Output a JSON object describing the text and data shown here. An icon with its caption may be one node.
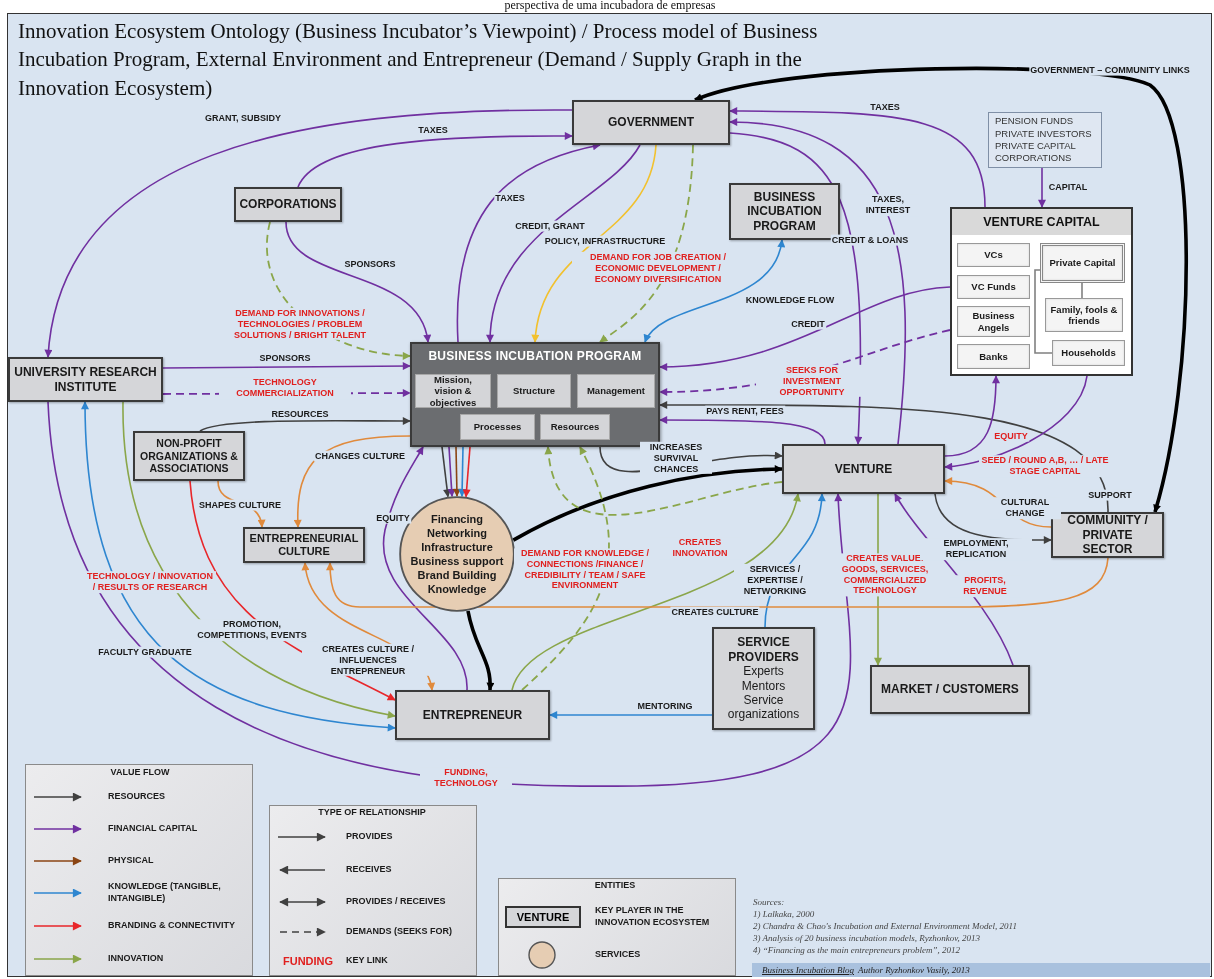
{
  "diagram": {
    "title": "Innovation Ecosystem Ontology (Business Incubator’s Viewpoint) / Process model of Business Incubation Program, External Environment and Entrepreneur (Demand / Supply Graph in the Innovation Ecosystem)",
    "nodes": [
      {
        "text": [
          "GOVERNMENT"
        ]
      },
      {
        "text": [
          "CORPORATIONS"
        ]
      },
      {
        "text": [
          "BUSINESS INCUBATION PROGRAM"
        ]
      },
      {
        "text": [
          "PENSION FUNDS",
          "PRIVATE INVESTORS",
          "PRIVATE CAPITAL",
          "CORPORATIONS"
        ]
      },
      {
        "text": [
          "VENTURE CAPITAL"
        ]
      },
      {
        "text": [
          "VCs"
        ],
        "in": 4
      },
      {
        "text": [
          "VC Funds"
        ],
        "in": 4
      },
      {
        "text": [
          "Business Angels"
        ],
        "in": 4
      },
      {
        "text": [
          "Banks"
        ],
        "in": 4
      },
      {
        "text": [
          "Private Capital"
        ],
        "in": 4
      },
      {
        "text": [
          "Family, fools & friends"
        ],
        "in": 4
      },
      {
        "text": [
          "Households"
        ],
        "in": 4
      },
      {
        "text": [
          "UNIVERSITY RESEARCH INSTITUTE"
        ]
      },
      {
        "text": [
          "BUSINESS INCUBATION PROGRAM"
        ]
      },
      {
        "text": [
          "Mission, vision & objectives"
        ],
        "in": 13
      },
      {
        "text": [
          "Structure"
        ],
        "in": 13
      },
      {
        "text": [
          "Management"
        ],
        "in": 13
      },
      {
        "text": [
          "Processes"
        ],
        "in": 13
      },
      {
        "text": [
          "Resources"
        ],
        "in": 13
      },
      {
        "text": [
          "NON-PROFIT ORGANIZATIONS & ASSOCIATIONS"
        ]
      },
      {
        "text": [
          "ENTREPRENEURIAL CULTURE"
        ]
      },
      {
        "text": [
          "Financing",
          "Networking",
          "Infrastructure",
          "Business support",
          "Brand Building",
          "Knowledge"
        ]
      },
      {
        "text": [
          "VENTURE"
        ]
      },
      {
        "text": [
          "COMMUNITY / PRIVATE SECTOR"
        ]
      },
      {
        "text": [
          "SERVICE PROVIDERS",
          "Experts",
          "Mentors",
          "Service organizations"
        ]
      },
      {
        "text": [
          "MARKET / CUSTOMERS"
        ]
      },
      {
        "text": [
          "ENTREPRENEUR"
        ]
      }
    ],
    "edges": [
      {
        "from": 0,
        "to": 12,
        "arrow": "to",
        "label": "GRANT, SUBSIDY"
      },
      {
        "from": 1,
        "to": 0,
        "arrow": "to",
        "label": "TAXES"
      },
      {
        "from": 1,
        "to": 13,
        "arrow": "to",
        "label": "SPONSORS"
      },
      {
        "from": 13,
        "to": 0,
        "arrow": "to",
        "label": "TAXES"
      },
      {
        "from": 0,
        "to": 13,
        "arrow": "to",
        "label": "CREDIT, GRANT"
      },
      {
        "from": 0,
        "to": 13,
        "arrow": "to",
        "label": "POLICY, INFRASTRUCTURE",
        "color": "#f2c12e"
      },
      {
        "from": 0,
        "to": 13,
        "arrow": "to",
        "label": "DEMAND FOR JOB CREATION / ECONOMIC DEVELOPMENT / ECONOMY DIVERSIFICATION",
        "style": "dashed",
        "color": "#8aa64a"
      },
      {
        "from": 1,
        "to": 13,
        "arrow": "to",
        "label": "DEMAND FOR INNOVATIONS / TECHNOLOGIES / PROBLEM SOLUTIONS / BRIGHT TALENT",
        "style": "dashed",
        "color": "#8aa64a"
      },
      {
        "from": 2,
        "to": 13,
        "arrow": "both",
        "label": "KNOWLEDGE FLOW",
        "color": "#2e86d0"
      },
      {
        "from": 0,
        "to": 22,
        "arrow": "to",
        "label": "CREDIT & LOANS"
      },
      {
        "from": 22,
        "to": 0,
        "arrow": "to",
        "label": "TAXES, INTEREST"
      },
      {
        "from": 4,
        "to": 0,
        "arrow": "to",
        "label": "TAXES"
      },
      {
        "from": 3,
        "to": 4,
        "arrow": "to",
        "label": "CAPITAL"
      },
      {
        "from": 23,
        "to": 0,
        "arrow": "both",
        "label": "GOVERNMENT – COMMUNITY LINKS",
        "style": "thick",
        "color": "#000000"
      },
      {
        "from": 4,
        "to": 13,
        "arrow": "to",
        "label": "CREDIT"
      },
      {
        "from": 4,
        "to": 13,
        "arrow": "to",
        "label": "SEEKS FOR INVESTMENT OPPORTUNITY",
        "style": "dashed"
      },
      {
        "from": 12,
        "to": 13,
        "arrow": "to",
        "label": "SPONSORS"
      },
      {
        "from": 12,
        "to": 13,
        "arrow": "to",
        "label": "TECHNOLOGY COMMERCIALIZATION",
        "style": "dashed"
      },
      {
        "from": 19,
        "to": 13,
        "arrow": "to",
        "label": "RESOURCES",
        "color": "#404040"
      },
      {
        "from": 13,
        "to": 20,
        "arrow": "to",
        "label": "CHANGES CULTURE",
        "color": "#e08a3c"
      },
      {
        "from": 19,
        "to": 20,
        "arrow": "to",
        "label": "SHAPES CULTURE",
        "color": "#e08a3c"
      },
      {
        "from": 22,
        "to": 13,
        "arrow": "to",
        "label": "PAYS RENT, FEES"
      },
      {
        "from": 23,
        "to": 13,
        "arrow": "to",
        "label": "SUPPORT",
        "color": "#404040"
      },
      {
        "from": 13,
        "to": 22,
        "arrow": "to",
        "label": "INCREASES SURVIVAL CHANCES",
        "color": "#404040"
      },
      {
        "from": 21,
        "to": 22,
        "arrow": "to",
        "style": "thick",
        "color": "#000000"
      },
      {
        "from": 22,
        "to": 13,
        "arrow": "to",
        "style": "dashed",
        "color": "#8aa64a"
      },
      {
        "from": 13,
        "to": 21,
        "arrow": "to",
        "color": "#404040"
      },
      {
        "from": 13,
        "to": 21,
        "arrow": "to"
      },
      {
        "from": 13,
        "to": 21,
        "arrow": "to",
        "color": "#8b4513"
      },
      {
        "from": 13,
        "to": 21,
        "arrow": "to",
        "color": "#2e86d0"
      },
      {
        "from": 13,
        "to": 21,
        "arrow": "to",
        "color": "#e8262a"
      },
      {
        "from": 21,
        "to": 26,
        "arrow": "to",
        "style": "thick",
        "color": "#000000"
      },
      {
        "from": 26,
        "to": 13,
        "arrow": "to",
        "label": "EQUITY"
      },
      {
        "from": 26,
        "to": 22,
        "arrow": "to",
        "label": "CREATES INNOVATION",
        "color": "#8aa64a"
      },
      {
        "from": 26,
        "to": 13,
        "arrow": "to",
        "label": "DEMAND FOR KNOWLEDGE / CONNECTIONS /FINANCE / CREDIBILITY / TEAM / SAFE ENVIRONMENT",
        "style": "dashed",
        "color": "#8aa64a"
      },
      {
        "from": 12,
        "to": 26,
        "arrow": "to",
        "label": "TECHNOLOGY / INNOVATION / RESULTS OF RESEARCH",
        "color": "#8aa64a"
      },
      {
        "from": 26,
        "to": 12,
        "arrow": "both",
        "label": "FACULTY GRADUATE",
        "color": "#2e86d0"
      },
      {
        "from": 19,
        "to": 26,
        "arrow": "to",
        "label": "PROMOTION, COMPETITIONS, EVENTS",
        "color": "#e8262a"
      },
      {
        "from": 20,
        "to": 26,
        "arrow": "both",
        "label": "CREATES CULTURE / INFLUENCES ENTREPRENEUR",
        "color": "#e08a3c"
      },
      {
        "from": 12,
        "to": 22,
        "arrow": "to",
        "label": "FUNDING, TECHNOLOGY"
      },
      {
        "from": 24,
        "to": 26,
        "arrow": "to",
        "label": "MENTORING",
        "color": "#2e86d0"
      },
      {
        "from": 24,
        "to": 22,
        "arrow": "to",
        "label": "SERVICES / EXPERTISE / NETWORKING",
        "color": "#2e86d0"
      },
      {
        "from": 22,
        "to": 25,
        "arrow": "to",
        "label": "CREATES VALUE: GOODS, SERVICES, COMMERCIALIZED TECHNOLOGY",
        "color": "#8aa64a"
      },
      {
        "from": 25,
        "to": 22,
        "arrow": "to",
        "label": "PROFITS, REVENUE"
      },
      {
        "from": 23,
        "to": 20,
        "arrow": "to",
        "label": "CREATES CULTURE",
        "color": "#e08a3c"
      },
      {
        "from": 23,
        "to": 22,
        "arrow": "to",
        "label": "CULTURAL CHANGE",
        "color": "#e08a3c"
      },
      {
        "from": 22,
        "to": 23,
        "arrow": "to",
        "label": "EMPLOYMENT, REPLICATION",
        "color": "#404040"
      },
      {
        "from": 22,
        "to": 4,
        "arrow": "to",
        "label": "EQUITY"
      },
      {
        "from": 4,
        "to": 22,
        "arrow": "to",
        "label": "SEED / ROUND A,B, … / LATE STAGE CAPITAL"
      },
      {
        "from": 9,
        "to": 10,
        "arrow": "none",
        "color": "#808080"
      },
      {
        "from": 9,
        "to": 11,
        "arrow": "none",
        "color": "#808080"
      }
    ],
    "labels": [
      "perspectiva de uma incubadora de empresas",
      "VALUE FLOW",
      "TYPE OF RELATIONSHIP",
      "FUNDING",
      "ENTITIES",
      "VENTURE",
      "Sources:",
      "1) Lalkaka, 2000",
      "2) Chandra & Chao's Incubation and External Environment Model, 2011",
      "3) Analysis of 20 business incubation models, Ryzhonkov, 2013",
      "4) “Financing as the main entrepreneurs problem”, 2012",
      "Business Incubation Blog",
      "Author Ryzhonkov Vasily, 2013"
    ],
    "legend": [
      {
        "text": "RESOURCES"
      },
      {
        "text": "FINANCIAL CAPITAL"
      },
      {
        "text": "PHYSICAL"
      },
      {
        "text": "KNOWLEDGE (TANGIBLE, INTANGIBLE)"
      },
      {
        "text": "BRANDING & CONNECTIVITY"
      },
      {
        "text": "INNOVATION"
      },
      {
        "text": "PROVIDES"
      },
      {
        "text": "RECEIVES"
      },
      {
        "text": "PROVIDES / RECEIVES"
      },
      {
        "text": "DEMANDS (SEEKS FOR)"
      },
      {
        "text": "KEY LINK"
      },
      {
        "text": "KEY PLAYER IN THE INNOVATION ECOSYSTEM"
      },
      {
        "text": "SERVICES"
      }
    ]
  }
}
